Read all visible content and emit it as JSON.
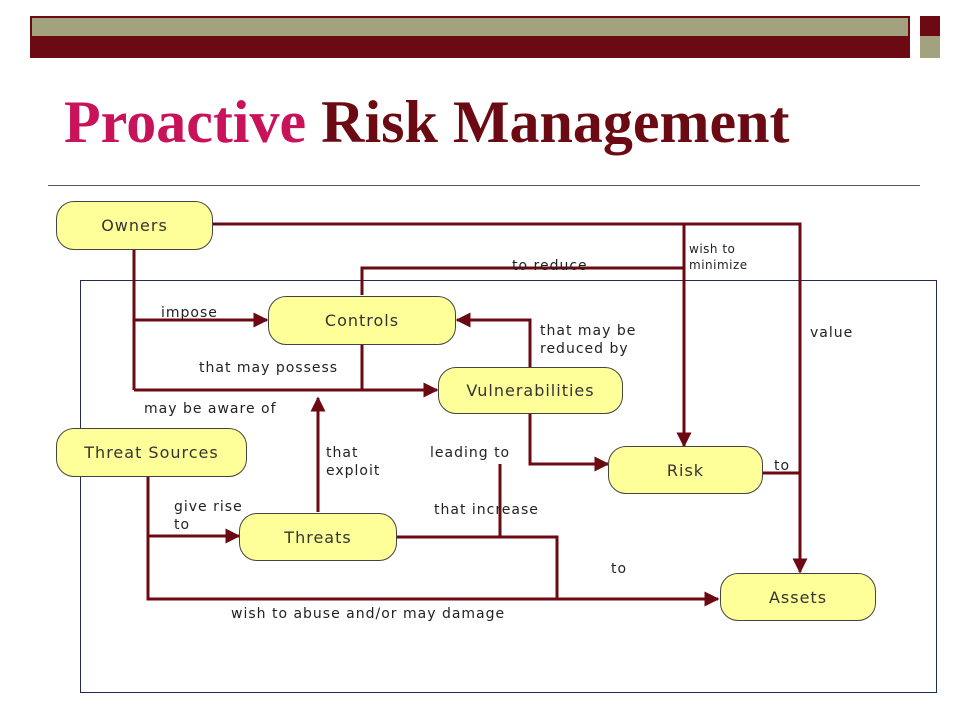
{
  "title": {
    "part1": "Proactive",
    "part2": " Risk Management"
  },
  "nodes": {
    "owners": "Owners",
    "controls": "Controls",
    "vulnerabilities": "Vulnerabilities",
    "threat_sources": "Threat Sources",
    "threats": "Threats",
    "risk": "Risk",
    "assets": "Assets"
  },
  "edge_labels": {
    "impose": "impose",
    "that_may_possess": "that may possess",
    "may_be_aware_of": "may be aware of",
    "to_reduce": "to reduce",
    "wish_to_minimize": "wish to\nminimize",
    "value": "value",
    "that_may_be_reduced_by": "that may be\nreduced by",
    "that_exploit": "that\nexploit",
    "leading_to": "leading to",
    "to_risk_assets": "to",
    "give_rise_to": "give rise\nto",
    "that_increase": "that increase",
    "to_threats_assets": "to",
    "wish_to_abuse": "wish to abuse and/or may damage"
  },
  "colors": {
    "line": "#6b0a12",
    "node_fill": "#ffff99",
    "title_accent": "#c8125a",
    "title": "#6b0a12"
  }
}
